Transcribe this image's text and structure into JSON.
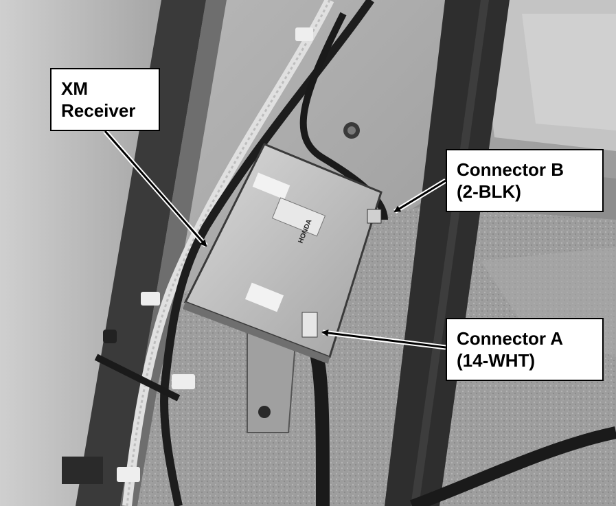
{
  "callouts": {
    "xm_receiver": {
      "line1": "XM",
      "line2": "Receiver"
    },
    "connector_b": {
      "line1": "Connector B",
      "line2": "(2-BLK)"
    },
    "connector_a": {
      "line1": "Connector A",
      "line2": "(14-WHT)"
    }
  },
  "receiver_label": "HONDA",
  "colors": {
    "background": "#8a8a8a",
    "callout_fill": "#ffffff",
    "callout_text": "#000000",
    "arrow": "#000000"
  }
}
